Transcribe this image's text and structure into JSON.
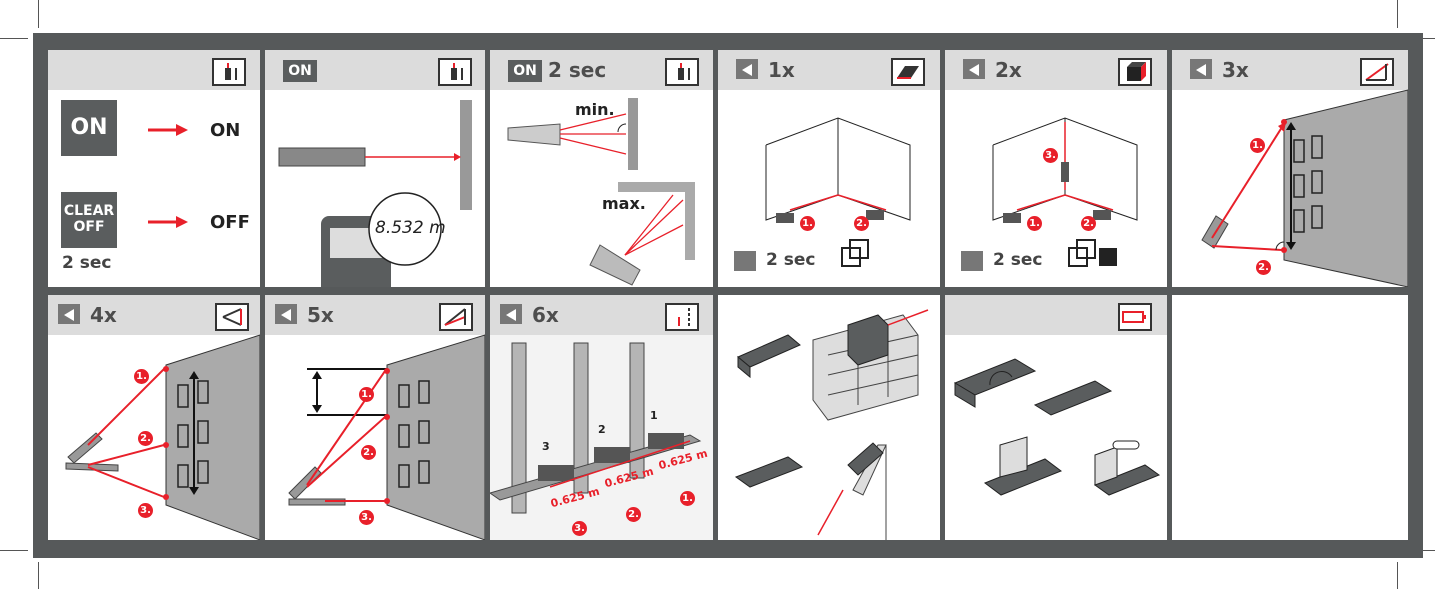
{
  "colors": {
    "frame": "#56595a",
    "header": "#dcdcdc",
    "accent": "#e8202a",
    "badge": "#5a5d5e"
  },
  "p1": {
    "on_button": "ON",
    "on_result": "ON",
    "clear_button_line1": "CLEAR",
    "clear_button_line2": "OFF",
    "clear_duration": "2 sec",
    "off_result": "OFF"
  },
  "p2": {
    "badge": "ON",
    "display_value": "8.532 m"
  },
  "p3": {
    "badge": "ON",
    "duration": "2 sec",
    "min_label": "min.",
    "max_label": "max."
  },
  "p4": {
    "header": "1x",
    "footer_duration": "2 sec"
  },
  "p5": {
    "header": "2x",
    "footer_duration": "2 sec"
  },
  "p6": {
    "header": "3x"
  },
  "p7": {
    "header": "4x"
  },
  "p8": {
    "header": "5x"
  },
  "p9": {
    "header": "6x",
    "spacing_value": "0.625 m",
    "post_numbers": [
      "3",
      "2",
      "1"
    ]
  },
  "steps": [
    "1.",
    "2.",
    "3."
  ],
  "icons": {
    "p1": "laser-reference-icon",
    "p2": "laser-reference-icon",
    "p3": "laser-reference-icon",
    "p4": "area-icon",
    "p5": "volume-icon",
    "p6": "indirect-height-icon",
    "p7": "triangle-angle-icon",
    "p8": "partial-height-icon",
    "p9": "stakeout-icon",
    "p11": "battery-icon"
  }
}
